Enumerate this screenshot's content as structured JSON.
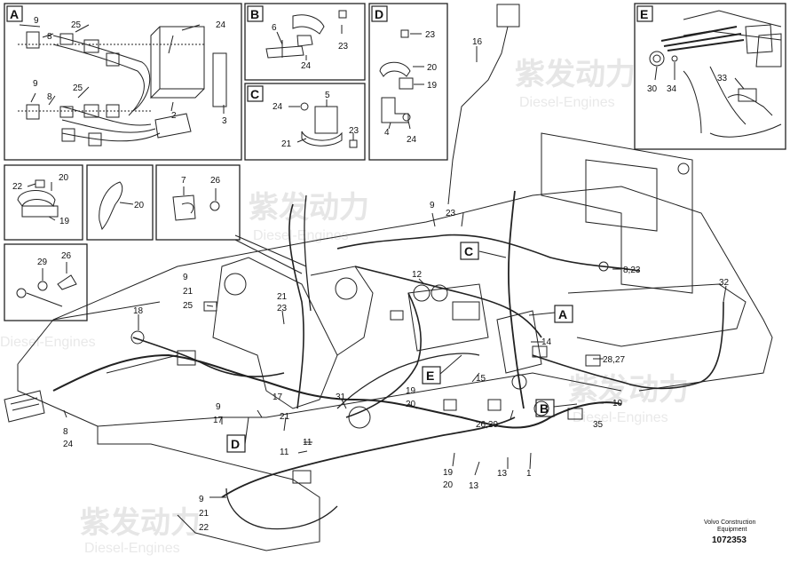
{
  "callout_letters": [
    "A",
    "B",
    "C",
    "D",
    "E"
  ],
  "inset_a": {
    "labels": [
      "9",
      "25",
      "24",
      "8",
      "9",
      "8",
      "25",
      "2",
      "3"
    ]
  },
  "inset_b": {
    "labels": [
      "6",
      "23",
      "24"
    ]
  },
  "inset_c": {
    "labels": [
      "5",
      "24",
      "23",
      "21"
    ]
  },
  "inset_d": {
    "labels": [
      "23",
      "20",
      "19",
      "4",
      "24"
    ]
  },
  "inset_e": {
    "labels": [
      "30",
      "34",
      "33"
    ]
  },
  "inset_f": {
    "labels": [
      "22",
      "20",
      "19"
    ]
  },
  "inset_g": {
    "labels": [
      "20"
    ]
  },
  "inset_h": {
    "labels": [
      "7",
      "26"
    ]
  },
  "inset_i": {
    "labels": [
      "29",
      "26"
    ]
  },
  "main_labels": [
    "16",
    "9",
    "23",
    "8,23",
    "12",
    "32",
    "9",
    "21",
    "25",
    "18",
    "21",
    "23",
    "14",
    "28,27",
    "15",
    "10",
    "19",
    "20",
    "31",
    "17",
    "17",
    "9",
    "21",
    "26,29",
    "35",
    "8",
    "24",
    "11",
    "11",
    "19",
    "20",
    "13",
    "13",
    "1",
    "9",
    "21",
    "22"
  ],
  "footer": {
    "company": "Volvo Construction",
    "sub": "Equipment",
    "number": "1072353"
  },
  "watermark": {
    "cn": "紫发动力",
    "en": "Diesel-Engines"
  },
  "colors": {
    "line": "#222222",
    "watermark": "#e6e6e6"
  }
}
